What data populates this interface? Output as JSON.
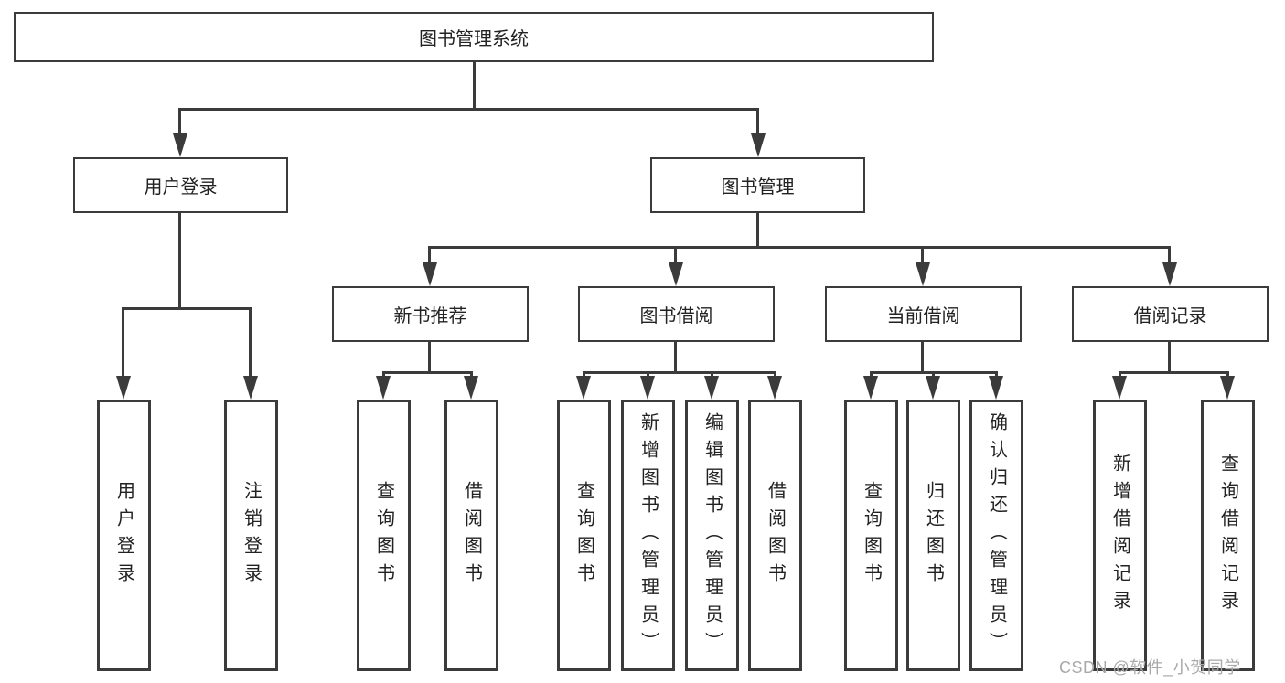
{
  "tree": {
    "root": "图书管理系统",
    "children": [
      {
        "label": "用户登录",
        "children": [
          "用户登录",
          "注销登录"
        ]
      },
      {
        "label": "图书管理",
        "children": [
          {
            "label": "新书推荐",
            "children": [
              "查询图书",
              "借阅图书"
            ]
          },
          {
            "label": "图书借阅",
            "children": [
              "查询图书",
              "新增图书（管理员）",
              "编辑图书（管理员）",
              "借阅图书"
            ]
          },
          {
            "label": "当前借阅",
            "children": [
              "查询图书",
              "归还图书",
              "确认归还（管理员）"
            ]
          },
          {
            "label": "借阅记录",
            "children": [
              "新增借阅记录",
              "查询借阅记录"
            ]
          }
        ]
      }
    ]
  },
  "watermark": {
    "text": "CSDN @软件_小贺同学"
  },
  "colors": {
    "line": "#3b3b3b",
    "text": "#222222",
    "watermark": "#a9a9a9",
    "background": "#ffffff"
  }
}
